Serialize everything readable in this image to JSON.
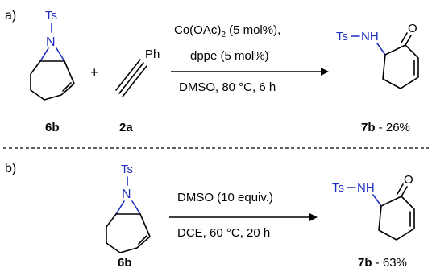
{
  "panel_a": {
    "label": "a)",
    "reactant1": {
      "ts": "Ts",
      "n": "N",
      "compound": "6b"
    },
    "plus": "+",
    "reactant2": {
      "ph": "Ph",
      "compound": "2a"
    },
    "conditions_above_1": "Co(OAc)",
    "conditions_above_1_sub": "2",
    "conditions_above_1_tail": " (5 mol%),",
    "conditions_above_2": "dppe (5 mol%)",
    "conditions_below": "DMSO, 80 °C, 6 h",
    "product": {
      "ts": "Ts",
      "nh": "NH",
      "o": "O",
      "compound": "7b",
      "yield": " - 26%"
    }
  },
  "panel_b": {
    "label": "b)",
    "reactant": {
      "ts": "Ts",
      "n": "N",
      "compound": "6b"
    },
    "conditions_above": "DMSO (10 equiv.)",
    "conditions_below": "DCE, 60 °C, 20 h",
    "product": {
      "ts": "Ts",
      "nh": "NH",
      "o": "O",
      "compound": "7b",
      "yield": " - 63%"
    }
  }
}
